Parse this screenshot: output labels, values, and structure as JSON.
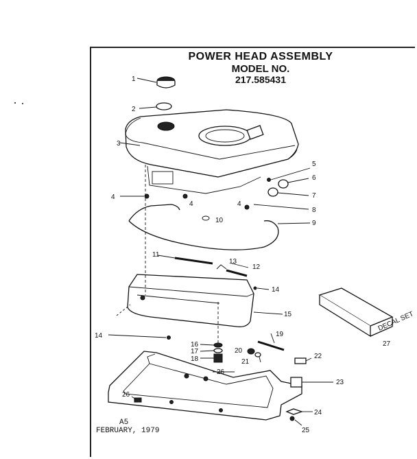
{
  "diagram": {
    "title": "POWER HEAD ASSEMBLY",
    "model_label": "MODEL NO.",
    "model_number": "217.585431",
    "footer_code": "A5",
    "footer_date": "FEBRUARY, 1979",
    "decal_box_text": "DECAL SET"
  },
  "callouts": [
    "1",
    "2",
    "3",
    "4",
    "4",
    "4",
    "5",
    "6",
    "7",
    "8",
    "9",
    "10",
    "11",
    "12",
    "13",
    "14",
    "14",
    "15",
    "16",
    "17",
    "18",
    "19",
    "20",
    "21",
    "22",
    "23",
    "24",
    "25",
    "26",
    "26",
    "27"
  ]
}
